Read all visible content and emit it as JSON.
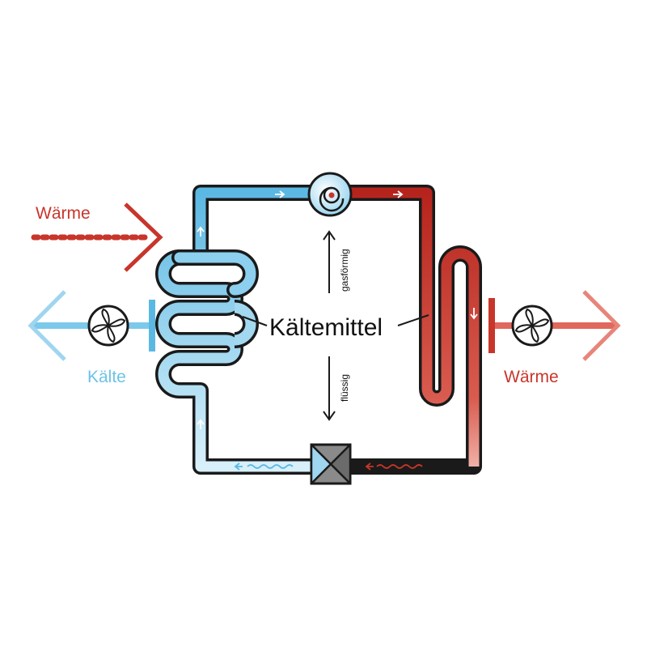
{
  "labels": {
    "heat_in": "Wärme",
    "cold_out": "Kälte",
    "heat_out": "Wärme",
    "refrigerant": "Kältemittel",
    "gaseous": "gasförmig",
    "liquid": "flüssig"
  },
  "colors": {
    "cold": "#6cc3e6",
    "cold_light": "#d6eff9",
    "hot": "#c8352b",
    "hot_light": "#f2b4ac",
    "outline": "#1a1a1a",
    "valve_gray": "#8a8a8a"
  },
  "icons": {
    "compressor": "compressor-icon",
    "expansion_valve": "expansion-valve-icon",
    "fan_left": "fan-icon",
    "fan_right": "fan-icon"
  }
}
